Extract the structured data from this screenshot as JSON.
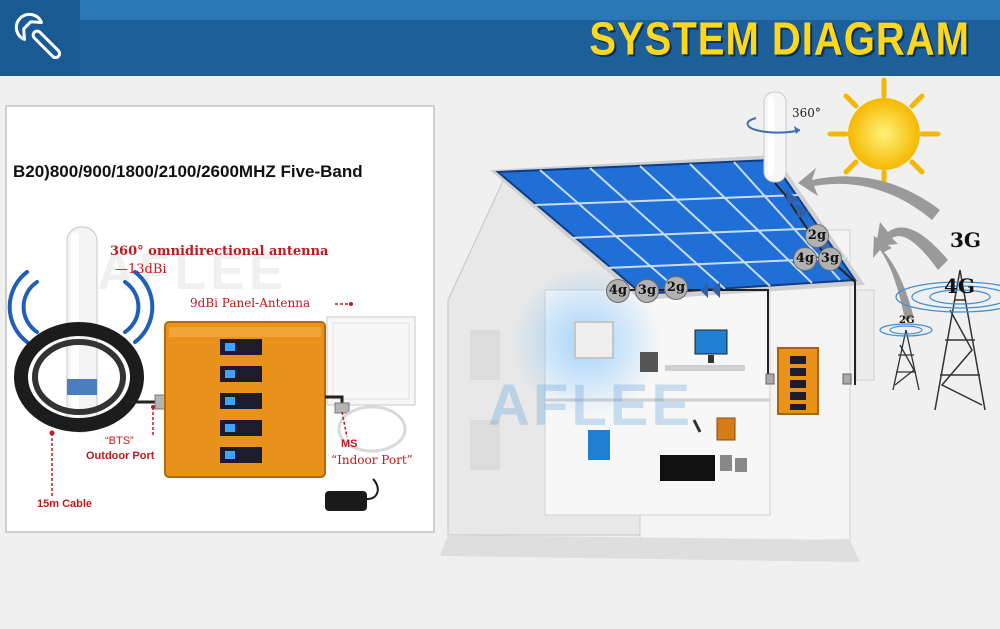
{
  "header": {
    "title": "SYSTEM DIAGRAM",
    "icon": "wrench-icon",
    "colors": {
      "bar": "#1d5f98",
      "title": "#ffd81e"
    }
  },
  "left_panel": {
    "band_title": "B20)800/900/1800/2100/2600MHZ Five-Band",
    "omni_antenna": "360° omnidirectional antenna",
    "omni_gain": "—13dBi",
    "panel_antenna": "9dBi Panel-Antenna",
    "bts": "“BTS”",
    "outdoor_port": "Outdoor Port",
    "ms": "MS",
    "indoor_port": "“Indoor Port”",
    "cable": "15m Cable",
    "watermark": "AFLEE"
  },
  "house": {
    "rotation": "360°",
    "roof_badges": [
      "2g",
      "4g",
      "3g"
    ],
    "indoor_badges": [
      "4g",
      "3g",
      "2g"
    ],
    "watermark": "AFLEE"
  },
  "towers": {
    "label_3g": "3G",
    "label_4g": "4G",
    "label_2g": "2G"
  },
  "colors": {
    "booster_orange": "#e8921c",
    "label_red": "#c0191e",
    "solar_blue": "#1f6fd6",
    "badge_gray": "#b2b2b2"
  }
}
